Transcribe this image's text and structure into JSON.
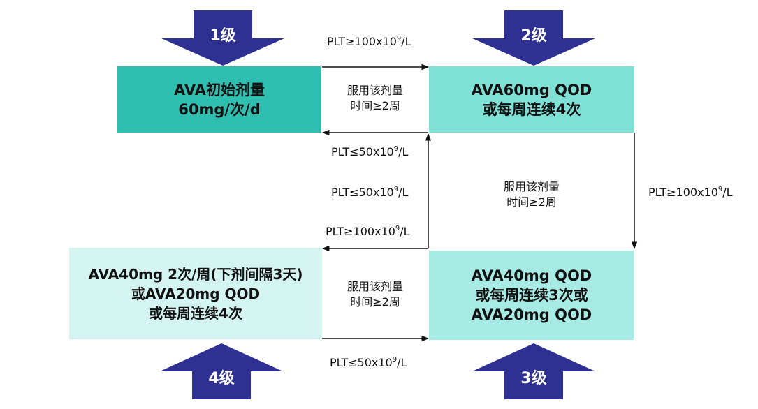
{
  "colors": {
    "box1": "#2fbfb1",
    "box2": "#7fe0d6",
    "box3": "#a8ebe5",
    "box4": "#d3f4f1",
    "arrow": "#2e3192",
    "line": "#111111"
  },
  "levels": {
    "l1": "1级",
    "l2": "2级",
    "l3": "3级",
    "l4": "4级"
  },
  "boxes": {
    "b1": [
      "AVA初始剂量",
      "60mg/次/d"
    ],
    "b2": [
      "AVA60mg QOD",
      "或每周连续4次"
    ],
    "b3": [
      "AVA40mg QOD",
      "或每周连续3次或",
      "AVA20mg QOD"
    ],
    "b4": [
      "AVA40mg 2次/周(下剂间隔3天)",
      "或AVA20mg QOD",
      "或每周连续4次"
    ]
  },
  "labels": {
    "top_right": {
      "pre": "PLT≥100x10",
      "sup": "9",
      "post": "/L"
    },
    "top_left": {
      "pre": "PLT≤50x10",
      "sup": "9",
      "post": "/L"
    },
    "mid_up": {
      "pre": "PLT≤50x10",
      "sup": "9",
      "post": "/L"
    },
    "mid_left": {
      "pre": "PLT≥100x10",
      "sup": "9",
      "post": "/L"
    },
    "right_down": {
      "pre": "PLT≥100x10",
      "sup": "9",
      "post": "/L"
    },
    "bottom_right": {
      "pre": "PLT≤50x10",
      "sup": "9",
      "post": "/L"
    }
  },
  "notes": {
    "n1": [
      "服用该剂量",
      "时间≥2周"
    ],
    "n2": [
      "服用该剂量",
      "时间≥2周"
    ],
    "n3": [
      "服用该剂量",
      "时间≥2周"
    ]
  }
}
